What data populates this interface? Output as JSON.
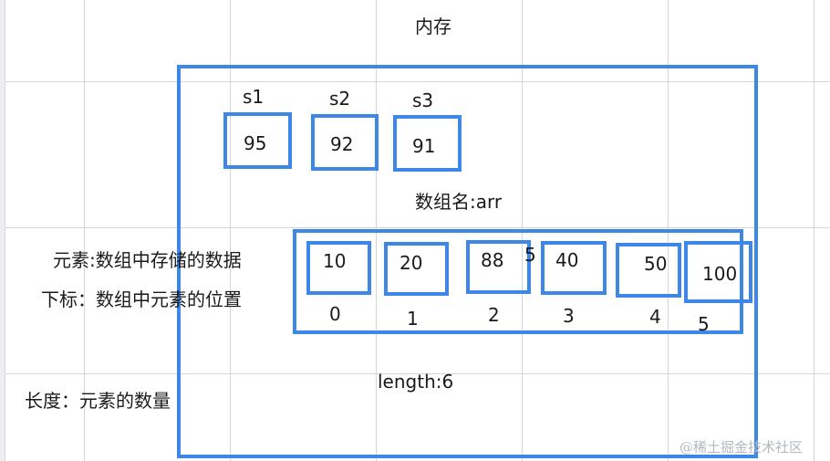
{
  "title": "内存",
  "colors": {
    "accent": "#3d87e8",
    "grid": "#d5d5d5",
    "text": "#1a1a1a",
    "watermark": "#b4b8bf"
  },
  "variables": [
    {
      "name": "s1",
      "value": "95"
    },
    {
      "name": "s2",
      "value": "92"
    },
    {
      "name": "s3",
      "value": "91"
    }
  ],
  "array": {
    "name_label": "数组名:arr",
    "elements": [
      {
        "value": "10",
        "index": "0"
      },
      {
        "value": "20",
        "index": "1"
      },
      {
        "value": "88",
        "index": "2"
      },
      {
        "value": "40",
        "index": "3"
      },
      {
        "value": "50",
        "index": "4"
      },
      {
        "value": "100",
        "index": "5"
      }
    ],
    "stray_label": "5",
    "length_label": "length:6"
  },
  "definitions": {
    "element": "元素:数组中存储的数据",
    "index": "下标：数组中元素的位置",
    "length": "长度：元素的数量"
  },
  "watermark": "@稀土掘金技术社区"
}
